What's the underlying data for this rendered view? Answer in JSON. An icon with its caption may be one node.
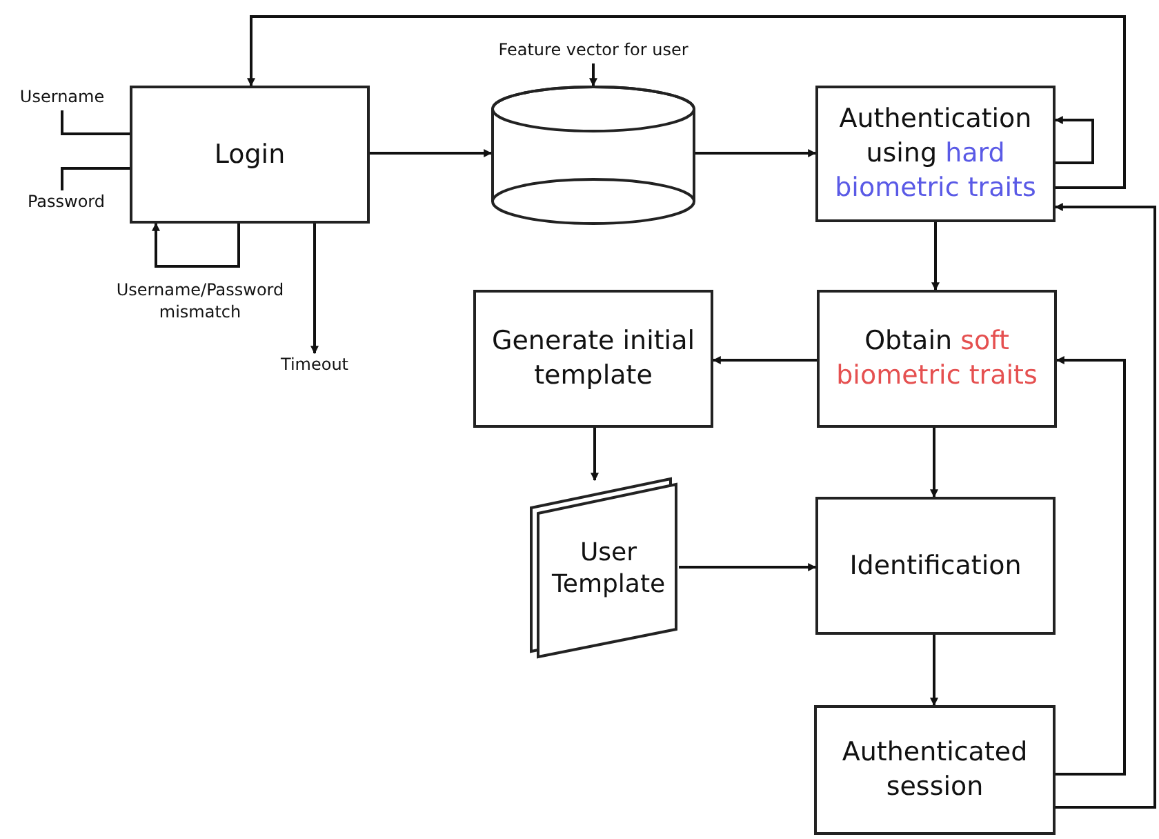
{
  "diagram": {
    "nodes": [
      {
        "text": [
          "Username"
        ]
      },
      {
        "text": [
          "Password"
        ]
      },
      {
        "text": [
          "Login"
        ]
      },
      {
        "text": [
          "Timeout"
        ]
      },
      {
        "text": [
          "Feature vector for user"
        ]
      },
      {
        "text": [],
        "shape": "cylinder"
      },
      {
        "text": [
          "Authentication using",
          "hard biometric traits"
        ]
      },
      {
        "text": [
          "Obtain",
          "soft biometric traits"
        ]
      },
      {
        "text": [
          "Generate initial template"
        ]
      },
      {
        "text": [
          "User Template"
        ]
      },
      {
        "text": [
          "Identification"
        ]
      },
      {
        "text": [
          "Authenticated session"
        ]
      }
    ],
    "edges": [
      {
        "from": 0,
        "to": 2,
        "arrow": "none"
      },
      {
        "from": 1,
        "to": 2,
        "arrow": "none"
      },
      {
        "from": 2,
        "to": 2,
        "arrow": "to",
        "label": "Username/Password mismatch"
      },
      {
        "from": 2,
        "to": 3,
        "arrow": "to"
      },
      {
        "from": 2,
        "to": 5,
        "arrow": "to"
      },
      {
        "from": 4,
        "to": 5,
        "arrow": "to"
      },
      {
        "from": 5,
        "to": 6,
        "arrow": "to"
      },
      {
        "from": 6,
        "to": 6,
        "arrow": "to"
      },
      {
        "from": 6,
        "to": 2,
        "arrow": "to"
      },
      {
        "from": 6,
        "to": 7,
        "arrow": "to"
      },
      {
        "from": 7,
        "to": 8,
        "arrow": "to"
      },
      {
        "from": 8,
        "to": 9,
        "arrow": "to"
      },
      {
        "from": 9,
        "to": 10,
        "arrow": "to"
      },
      {
        "from": 7,
        "to": 10,
        "arrow": "to"
      },
      {
        "from": 10,
        "to": 11,
        "arrow": "to"
      },
      {
        "from": 11,
        "to": 7,
        "arrow": "to"
      },
      {
        "from": 11,
        "to": 6,
        "arrow": "to"
      }
    ]
  }
}
